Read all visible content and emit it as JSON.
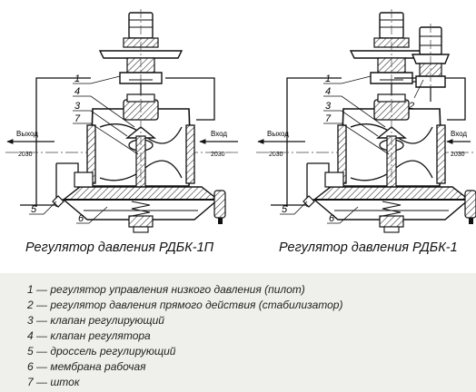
{
  "diagrams": [
    {
      "caption": "Регулятор давления РДБК-1П",
      "inlet_label": "Вход",
      "inlet_code": "2030",
      "outlet_label": "Выход",
      "outlet_code": "2030",
      "callouts": [
        "1",
        "4",
        "3",
        "7",
        "5",
        "6"
      ]
    },
    {
      "caption": "Регулятор давления РДБК-1",
      "inlet_label": "Вход",
      "inlet_code": "2030",
      "outlet_label": "Выход",
      "outlet_code": "2030",
      "callouts": [
        "1",
        "4",
        "3",
        "7",
        "2",
        "5",
        "6"
      ]
    }
  ],
  "legend": [
    "1 — регулятор управления низкого давления (пилот)",
    "2 — регулятор давления прямого действия (стабилизатор)",
    "3 — клапан регулирующий",
    "4 — клапан регулятора",
    "5 — дроссель регулирующий",
    "6 — мембрана рабочая",
    "7 — шток"
  ]
}
